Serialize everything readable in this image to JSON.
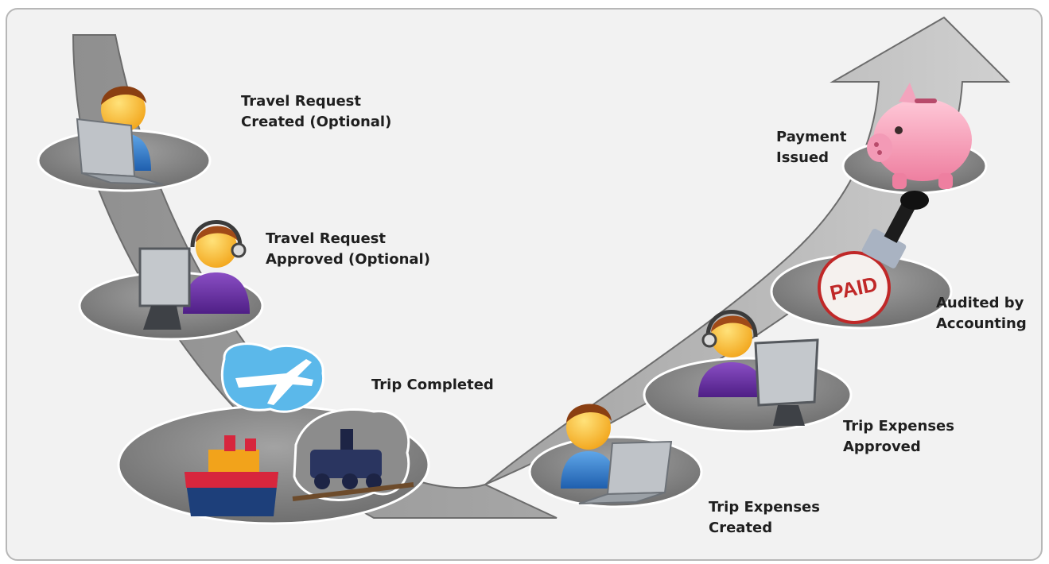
{
  "steps": [
    {
      "lines": [
        "Travel Request",
        "Created (Optional)"
      ],
      "icon": "user-laptop-icon"
    },
    {
      "lines": [
        "Travel Request",
        "Approved (Optional)"
      ],
      "icon": "approver-headset-monitor-icon"
    },
    {
      "lines": [
        "Trip Completed"
      ],
      "icon": "travel-modes-icon"
    },
    {
      "lines": [
        "Trip Expenses",
        "Created"
      ],
      "icon": "user-laptop-icon"
    },
    {
      "lines": [
        "Trip Expenses",
        "Approved"
      ],
      "icon": "approver-headset-monitor-icon"
    },
    {
      "lines": [
        "Audited by",
        "Accounting"
      ],
      "icon": "paid-stamp-icon"
    },
    {
      "lines": [
        "Payment",
        "Issued"
      ],
      "icon": "piggy-bank-icon"
    }
  ],
  "stamp_text": "PAID",
  "colors": {
    "band": "#9c9c9c",
    "band_right": "#c9c9c9",
    "disc": "#8a8a8a",
    "frame_bg": "#f2f2f2"
  }
}
